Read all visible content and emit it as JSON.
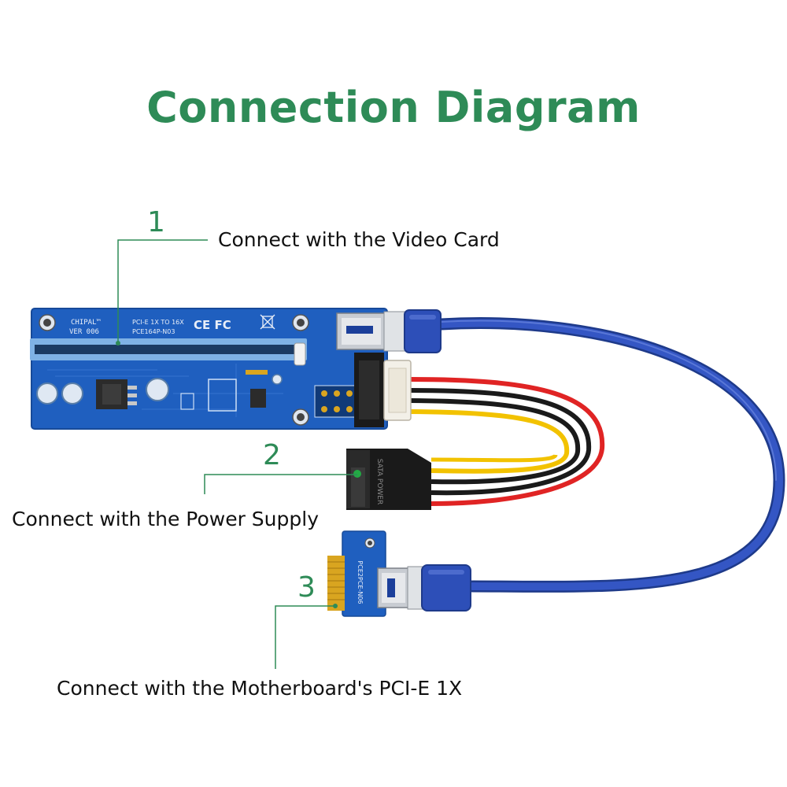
{
  "title": "Connection Diagram",
  "steps": [
    {
      "number": "1",
      "label": "Connect with the Video Card"
    },
    {
      "number": "2",
      "label": "Connect with the Power Supply"
    },
    {
      "number": "3",
      "label": "Connect with the Motherboard's PCI-E 1X"
    }
  ],
  "board16x": {
    "brand": "CHIPAL™",
    "version": "VER 006",
    "spec": "PCI-E 1X TO 16X",
    "model": "PCE164P-N03",
    "marks": "CE FC"
  },
  "sata_connector": {
    "label": "SATA POWER"
  },
  "board1x": {
    "model": "PCE2PCE-N06"
  },
  "colors": {
    "title": "#2e8b57",
    "board": "#1f5fbf",
    "cable": "#2846a8",
    "slot": "#7fb2e5",
    "gold": "#d9a520",
    "wire_red": "#e02424",
    "wire_black": "#1a1a1a",
    "wire_yellow": "#f2c200"
  }
}
